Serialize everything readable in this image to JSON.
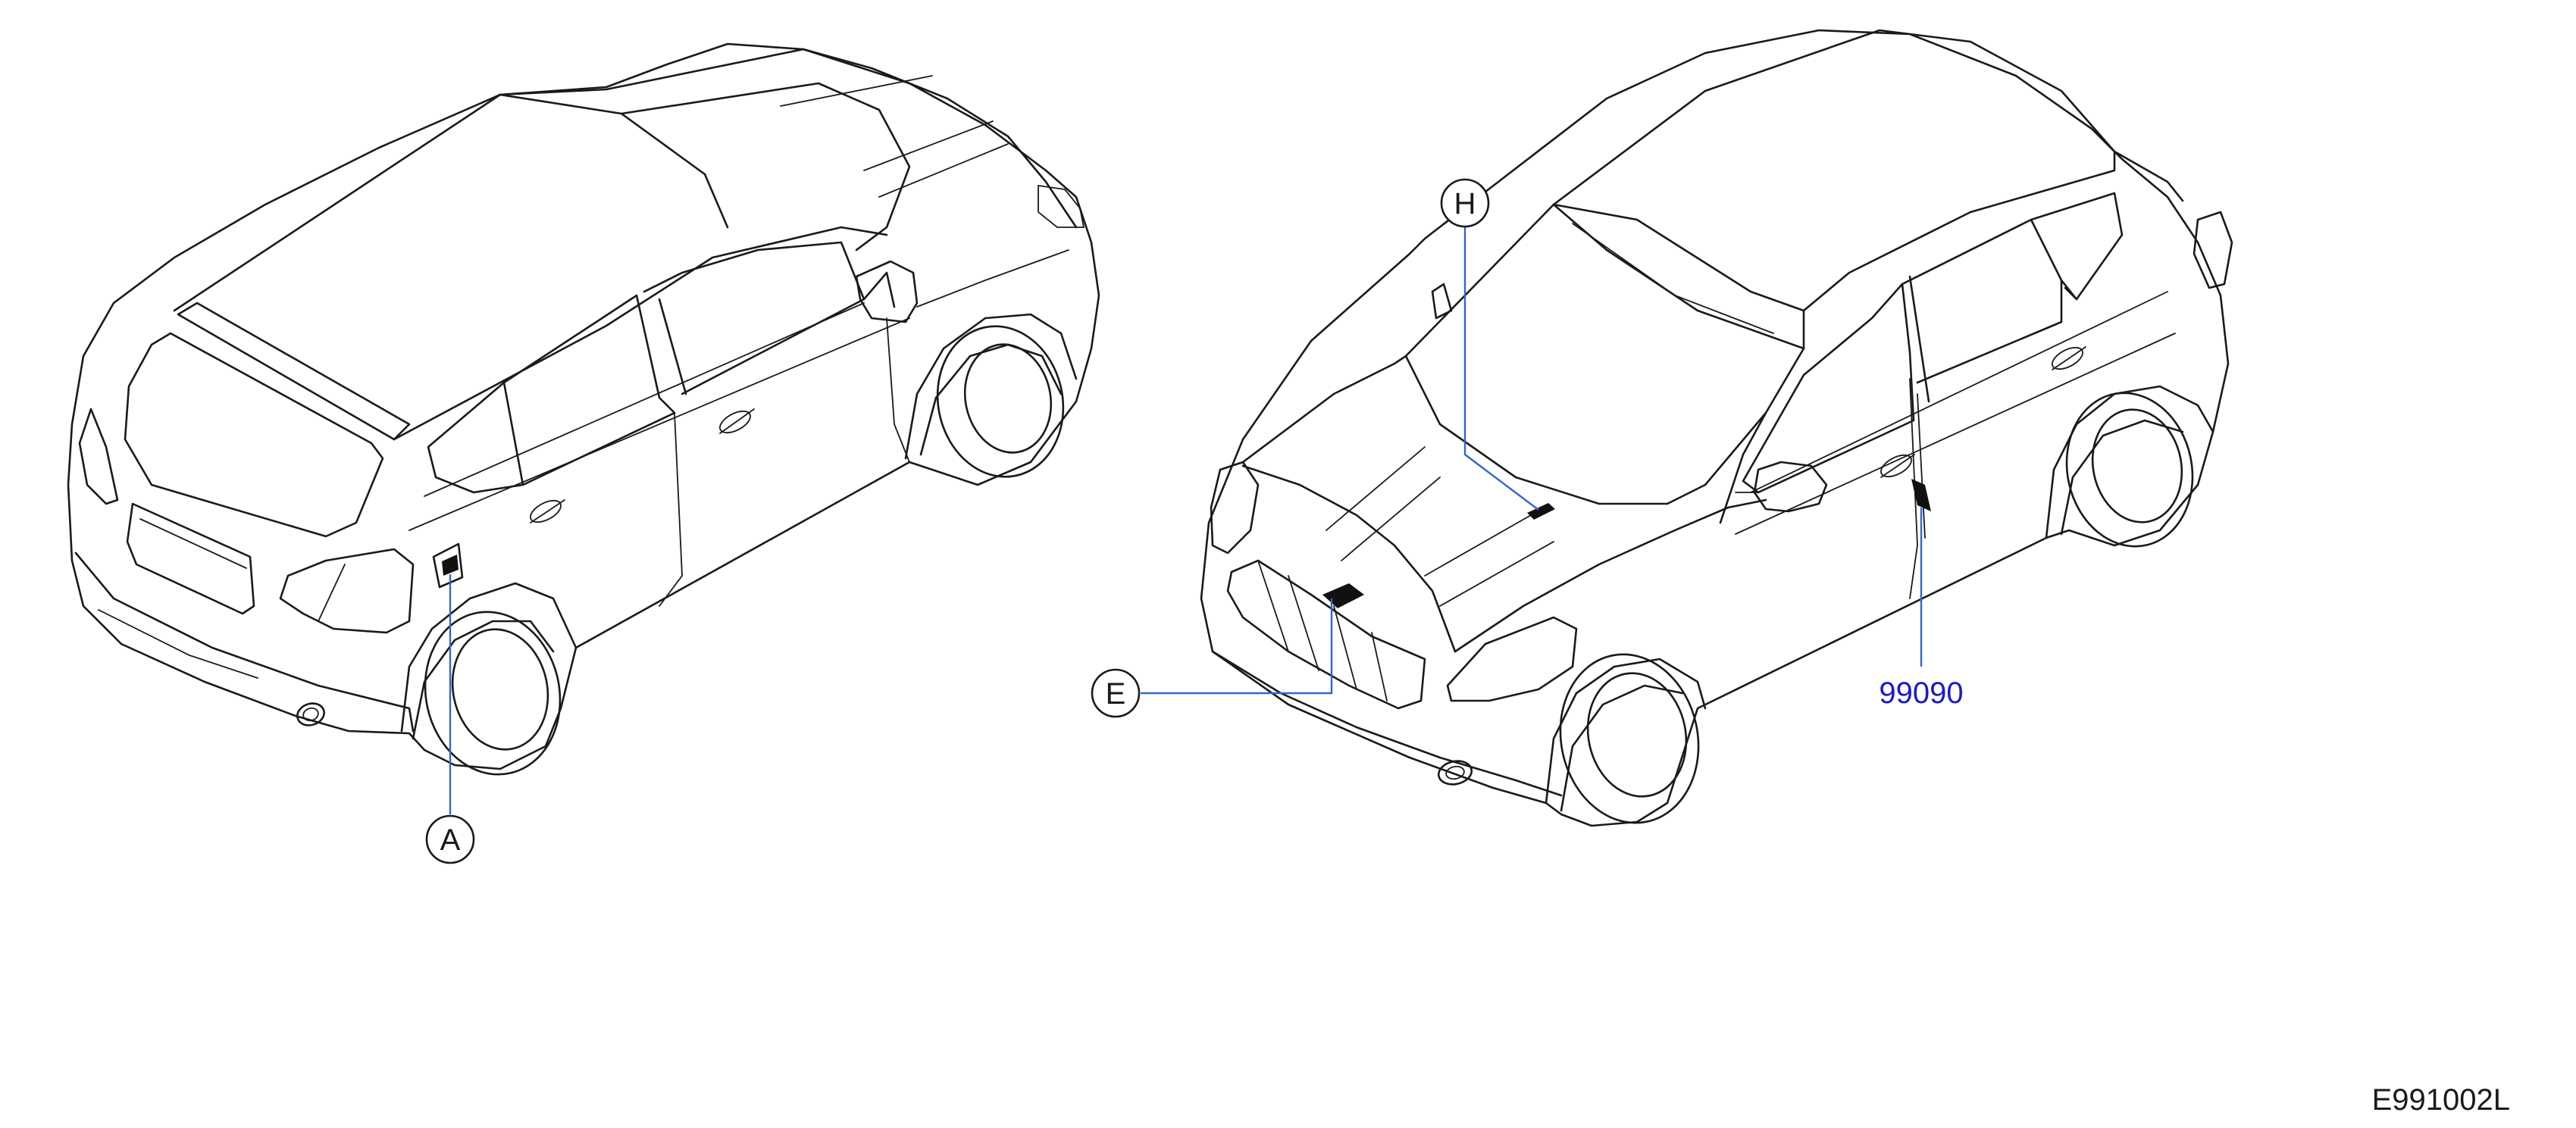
{
  "drawing_code": "E991002L",
  "part_number": {
    "label": "99090",
    "color": "#1a1acc"
  },
  "callouts": [
    {
      "id": "A",
      "label": "A"
    },
    {
      "id": "E",
      "label": "E"
    },
    {
      "id": "H",
      "label": "H"
    }
  ],
  "colors": {
    "line": "#1a1a1a",
    "leader": "#3366cc",
    "label_patch": "#111111"
  }
}
